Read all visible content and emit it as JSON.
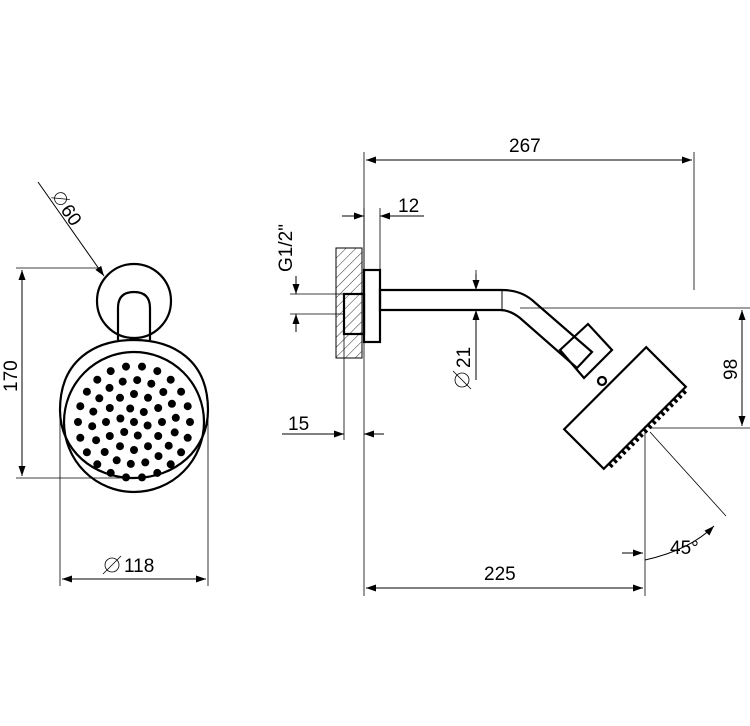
{
  "dimensions": {
    "arm_diameter": "60",
    "overall_height": "170",
    "head_diameter": "118",
    "projection": "267",
    "flange_thickness": "12",
    "thread": "G1/2\"",
    "wall_offset": "15",
    "pipe_diameter": "21",
    "head_drop": "98",
    "reach": "225",
    "tilt_angle": "45°"
  },
  "colors": {
    "line": "#000000",
    "background": "#ffffff"
  },
  "symbols": {
    "diameter_icon": "diameter-symbol",
    "arrow": "arrowhead"
  }
}
